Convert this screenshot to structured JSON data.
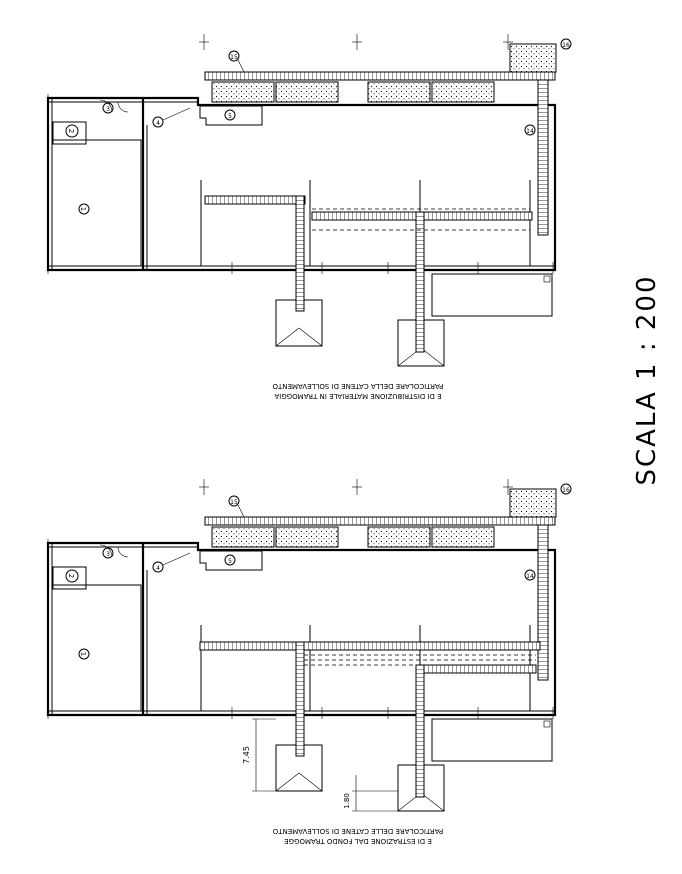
{
  "scale_label": "SCALA  1 : 200",
  "drawings": [
    {
      "id": "top",
      "caption_line1": "PARTICOLARE DELLA CATENE DI SOLLEVAMENTO",
      "caption_line2": "E DI DISTRIBUZIONE MATERIALE IN TRAMOGGIA",
      "callouts": [
        "1",
        "2",
        "3",
        "4",
        "5",
        "14",
        "15",
        "16"
      ]
    },
    {
      "id": "bottom",
      "caption_line1": "PARTICOLARE DELLE CATENE DI SOLLEVAMENTO",
      "caption_line2": "E DI ESTRAZIONE DAL FONDO TRAMOGGE",
      "callouts": [
        "1",
        "2",
        "3",
        "4",
        "5",
        "14",
        "15",
        "16"
      ],
      "dimensions": [
        "7.45",
        "1.80"
      ]
    }
  ]
}
